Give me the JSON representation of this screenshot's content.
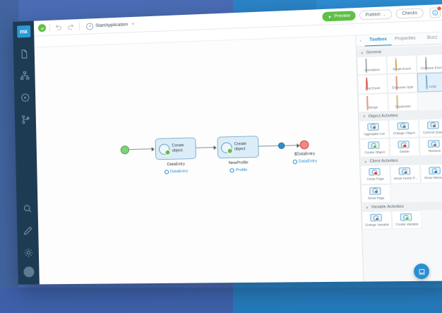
{
  "background": {
    "base_color": "#4a6cb5",
    "accent_color": "#2a84c8"
  },
  "rail": {
    "logo_text": "mx",
    "items": [
      {
        "icon": "document-icon",
        "label": "Documents"
      },
      {
        "icon": "sitemap-icon",
        "label": "Navigation"
      },
      {
        "icon": "microflow-icon",
        "label": "Microflows"
      },
      {
        "icon": "branch-icon",
        "label": "Version Control"
      }
    ],
    "bottom_items": [
      {
        "icon": "search-icon",
        "label": "Search"
      },
      {
        "icon": "pencil-icon",
        "label": "Edit"
      },
      {
        "icon": "gear-icon",
        "label": "Settings"
      }
    ]
  },
  "topbar": {
    "status_icon": "check-icon",
    "undo_icon": "undo-icon",
    "redo_icon": "redo-icon",
    "document_tab": {
      "icon": "microflow-icon",
      "label": "StartApplication",
      "close": "×"
    },
    "preview_label": "Preview",
    "preview_icon": "play-icon",
    "preview_color": "#5fbf47",
    "publish_label": "Publish",
    "publish_caret": "⌄",
    "checks_label": "Checks",
    "notification_icon": "info-icon",
    "notification_badge_color": "#e8543f"
  },
  "canvas": {
    "start_event": {
      "name": "start-event",
      "color": "#7ed07a"
    },
    "nodes": [
      {
        "title": "Create\nobject",
        "title_line1": "Create",
        "title_line2": "object",
        "caption": "DataEntry",
        "sublink": "DataEntry"
      },
      {
        "title_line1": "Create",
        "title_line2": "object",
        "caption": "NewProfile",
        "sublink": "Profile"
      }
    ],
    "merge_dot": {
      "color": "#2a8fd0"
    },
    "end_event": {
      "color": "#f08a86",
      "caption": "$DataEntry",
      "sublink": "DataEntry"
    }
  },
  "panel": {
    "collapse_icon": "chevron-right-icon",
    "tabs": [
      {
        "label": "Toolbox",
        "active": true
      },
      {
        "label": "Properties",
        "active": false
      },
      {
        "label": "Buzz",
        "active": false
      }
    ],
    "groups": [
      {
        "title": "General",
        "items": [
          {
            "label": "Annotation",
            "shape": "rect",
            "selected": false
          },
          {
            "label": "Break Event",
            "shape": "circle-o",
            "selected": false
          },
          {
            "label": "Continue Event",
            "shape": "circle-g",
            "selected": false
          },
          {
            "label": "End Event",
            "shape": "circle-r",
            "selected": false
          },
          {
            "label": "Exclusive Split",
            "shape": "diamond",
            "selected": false
          },
          {
            "label": "Loop",
            "shape": "loop",
            "selected": true
          },
          {
            "label": "Merge",
            "shape": "diamond",
            "selected": false
          },
          {
            "label": "Parameter",
            "shape": "para",
            "selected": false
          }
        ]
      },
      {
        "title": "Object Activities",
        "items": [
          {
            "label": "Aggregate List",
            "shape": "act",
            "dot": "#7a858c",
            "selected": false
          },
          {
            "label": "Change Object",
            "shape": "act",
            "dot": "#7a858c",
            "selected": false
          },
          {
            "label": "Commit (Save)",
            "shape": "act",
            "dot": "#7a858c",
            "selected": false
          },
          {
            "label": "Create Object",
            "shape": "act",
            "dot": "#5fbf47",
            "selected": false
          },
          {
            "label": "Delete",
            "shape": "act",
            "dot": "#d6443f",
            "selected": false
          },
          {
            "label": "Retrieve",
            "shape": "act",
            "dot": "#7a858c",
            "selected": false
          }
        ]
      },
      {
        "title": "Client Activities",
        "items": [
          {
            "label": "Close Page",
            "shape": "act",
            "dot": "#d6443f",
            "selected": false
          },
          {
            "label": "Show Home P...",
            "shape": "act",
            "dot": "#7a858c",
            "selected": false
          },
          {
            "label": "Show Message",
            "shape": "act",
            "dot": "#2a8fd0",
            "selected": false
          },
          {
            "label": "Show Page",
            "shape": "act",
            "dot": "#7a858c",
            "selected": false
          }
        ]
      },
      {
        "title": "Variable Activities",
        "items": [
          {
            "label": "Change Variable",
            "shape": "act",
            "dot": "#7a858c",
            "selected": false
          },
          {
            "label": "Create Variable",
            "shape": "act",
            "dot": "#5fbf47",
            "selected": false
          }
        ]
      }
    ]
  },
  "help": {
    "icon": "chat-icon",
    "color": "#2a8fd0"
  }
}
